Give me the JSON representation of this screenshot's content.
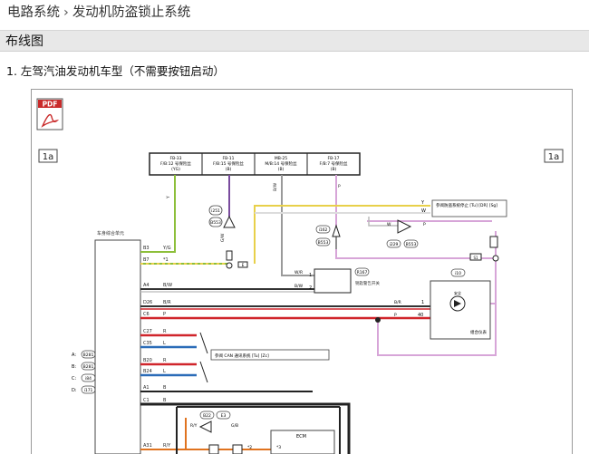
{
  "breadcrumb": {
    "root": "电路系统",
    "separator": "›",
    "current": "发动机防盗锁止系统"
  },
  "section": {
    "title": "布线图"
  },
  "item": {
    "label": "1. 左驾汽油发动机车型（不需要按钮启动）"
  },
  "diagram": {
    "pdf_label": "PDF",
    "page_tag": "1a",
    "fuses": [
      {
        "code": "FB-33",
        "name": "F/B:12 号保险丝",
        "color": "(YG)"
      },
      {
        "code": "FB-11",
        "name": "F/B:15 号保险丝",
        "color": "(B)"
      },
      {
        "code": "MB-25",
        "name": "M/B:14 号保险丝",
        "color": "(B)"
      },
      {
        "code": "FB-17",
        "name": "F/B:7 号保险丝",
        "color": "(B)"
      }
    ],
    "module_label": "车身综合单元",
    "ref_box_1": "参阅防盗系统停止\n[Tu] [DR] [Sg]",
    "ref_box_2": "参阅 CAN 通讯系统 [Tu] [Zc]",
    "relay_label": "钥匙警告开关",
    "meter_label": "组合仪表",
    "ecm_label": "ECM",
    "led_label": "安全",
    "connectors": [
      "i251",
      "B553",
      "R167",
      "i162",
      "B553",
      "i229",
      "B553",
      "i10",
      "B22",
      "E3"
    ],
    "connector_keys": [
      {
        "key": "A:",
        "code": "B281"
      },
      {
        "key": "B:",
        "code": "B281"
      },
      {
        "key": "C:",
        "code": "i84"
      },
      {
        "key": "D:",
        "code": "i171"
      }
    ],
    "pins": [
      "B3",
      "B7",
      "A4",
      "D26",
      "C6",
      "C27",
      "C35",
      "B20",
      "B24",
      "A1",
      "C1",
      "A31"
    ],
    "wire_labels": [
      "Y/G",
      "*1",
      "B/W",
      "B/R",
      "P",
      "R",
      "L",
      "R",
      "L",
      "B",
      "B",
      "R/Y"
    ],
    "misc": {
      "w1": "W",
      "y1": "Y",
      "w2": "W",
      "p1": "P",
      "p2": "P",
      "gw": "G/W",
      "gb": "G/B",
      "r_y": "R/Y",
      "star2": "*2",
      "star3": "*3",
      "n40": "40",
      "n1": "1",
      "n2": "2",
      "s1": "S1",
      "e1": "E",
      "bw": "B/W",
      "wr": "W/R",
      "br": "B/R",
      "p3": "P",
      "bw2": "B/W"
    },
    "colors": {
      "yellow_green": "#8dbf3a",
      "violet": "#7a4c9e",
      "grey": "#9a9a9a",
      "pink": "#d7a5d8",
      "yellow": "#e8d04a",
      "red": "#d0252b",
      "blue": "#2b6cb8",
      "orange": "#e0731f",
      "dark": "#222222"
    }
  }
}
